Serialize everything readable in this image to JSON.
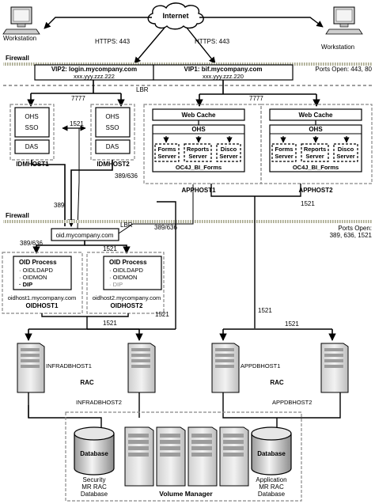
{
  "internet": {
    "label": "Internet"
  },
  "workstations": [
    {
      "label": "Workstation"
    },
    {
      "label": "Workstation"
    }
  ],
  "links": {
    "https_left": "HTTPS: 443",
    "https_right": "HTTPS: 443",
    "p7777_left": "7777",
    "p7777_right": "7777",
    "p1521_idm": "1521",
    "p389_636_idm": "389/636",
    "p389": "389",
    "p389_636_oid": "389/636",
    "p389_636_oid2": "389/636",
    "p1521_app": "1521",
    "p1521_oid_a": "1521",
    "p1521_oid_b": "1521",
    "p1521_oid_c": "1521",
    "p1521_right": "1521",
    "p1521_rac": "1521"
  },
  "firewalls": [
    {
      "label": "Firewall",
      "ports": "Ports Open: 443, 80"
    },
    {
      "label": "Firewall",
      "ports_line1": "Ports Open:",
      "ports_line2": "389, 636, 1521"
    }
  ],
  "vips": [
    {
      "name": "VIP2: login.mycompany.com",
      "ip": "xxx.yyy.zzz.222"
    },
    {
      "name": "VIP1: bif.mycompany.com",
      "ip": "xxx.yyy.zzz.220"
    }
  ],
  "lbr": {
    "top": "LBR",
    "mid": "LBR"
  },
  "idm_hosts": [
    {
      "name": "IDMHOST1",
      "items": [
        "OHS",
        "SSO",
        "DAS"
      ]
    },
    {
      "name": "IDMHOST2",
      "items": [
        "OHS",
        "SSO",
        "DAS"
      ]
    }
  ],
  "app_hosts": [
    {
      "name": "APPHOST1",
      "web_cache": "Web Cache",
      "ohs": "OHS",
      "servers": [
        {
          "l1": "Forms",
          "l2": "Server"
        },
        {
          "l1": "Reports",
          "l2": "Server"
        },
        {
          "l1": "Disco",
          "l2": "Server"
        }
      ],
      "oc4j": "OC4J_BI_Forms"
    },
    {
      "name": "APPHOST2",
      "web_cache": "Web Cache",
      "ohs": "OHS",
      "servers": [
        {
          "l1": "Forms",
          "l2": "Server"
        },
        {
          "l1": "Reports",
          "l2": "Server"
        },
        {
          "l1": "Disco",
          "l2": "Server"
        }
      ],
      "oc4j": "OC4J_BI_Forms"
    }
  ],
  "oid_lb": {
    "host": "oid.mycompany.com"
  },
  "oid_hosts": [
    {
      "name": "OIDHOST1",
      "fqdn": "oidhost1.mycompany.com",
      "title": "OID Process",
      "items": [
        "· OIDLDAPD",
        "· OIDMON",
        "· DIP"
      ]
    },
    {
      "name": "OIDHOST2",
      "fqdn": "oidhost2.mycompany.com",
      "title": "OID Process",
      "items": [
        "· OIDLDAPD",
        "· OIDMON",
        "· DIP"
      ]
    }
  ],
  "rac_left": {
    "host1": "INFRADBHOST1",
    "label": "RAC",
    "host2": "INFRADBHOST2"
  },
  "rac_right": {
    "host1": "APPDBHOST1",
    "label": "RAC",
    "host2": "APPDBHOST2"
  },
  "storage": {
    "db_left": {
      "label": "Database",
      "caption": [
        "Security",
        "MR RAC",
        "Database"
      ]
    },
    "db_right": {
      "label": "Database",
      "caption": [
        "Application",
        "MR RAC",
        "Database"
      ]
    },
    "volume_manager": "Volume Manager"
  }
}
